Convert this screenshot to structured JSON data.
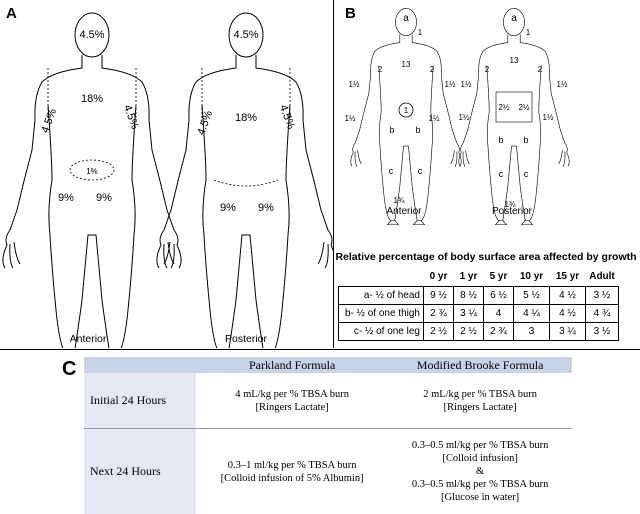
{
  "panels": {
    "a": "A",
    "b": "B",
    "c": "C"
  },
  "panel_a": {
    "anterior": {
      "head": "4.5%",
      "trunk": "18%",
      "arm_left": "4.5%",
      "arm_right": "4.5%",
      "genital": "1%",
      "leg_left": "9%",
      "leg_right": "9%",
      "caption": "Anterior"
    },
    "posterior": {
      "head": "4.5%",
      "trunk": "18%",
      "arm_left": "4.5%",
      "arm_right": "4.5%",
      "leg_left": "9%",
      "leg_right": "9%",
      "caption": "Posterior"
    }
  },
  "panel_b": {
    "anterior": {
      "head": "a",
      "neck": "1",
      "trunk": "13",
      "upper_arm": "2",
      "forearm": "1½",
      "hand": "1½",
      "genital": "1",
      "thigh": "b",
      "leg": "c",
      "foot": "1¾",
      "caption": "Anterior"
    },
    "posterior": {
      "head": "a",
      "neck": "1",
      "trunk": "13",
      "upper_arm": "2",
      "forearm": "1½",
      "hand": "1½",
      "buttock": "2½",
      "thigh": "b",
      "leg": "c",
      "foot": "1¾",
      "caption": "Posterior"
    },
    "growth_table": {
      "title": "Relative percentage of body surface area affected by growth",
      "columns": [
        "0 yr",
        "1 yr",
        "5 yr",
        "10 yr",
        "15 yr",
        "Adult"
      ],
      "rows": [
        {
          "label": "a- ½ of head",
          "values": [
            "9 ½",
            "8 ½",
            "6 ½",
            "5 ½",
            "4 ½",
            "3 ½"
          ]
        },
        {
          "label": "b- ½ of one thigh",
          "values": [
            "2 ¾",
            "3 ¼",
            "4",
            "4 ¼",
            "4 ½",
            "4 ¾"
          ]
        },
        {
          "label": "c- ½ of one leg",
          "values": [
            "2 ½",
            "2 ½",
            "2 ¾",
            "3",
            "3 ¼",
            "3 ½"
          ]
        }
      ]
    }
  },
  "panel_c": {
    "headers": [
      "Parkland Formula",
      "Modified Brooke Formula"
    ],
    "rows": [
      {
        "label": "Initial 24 Hours",
        "parkland": [
          "4 mL/kg per % TBSA burn",
          "[Ringers Lactate]"
        ],
        "brooke": [
          "2 mL/kg per % TBSA burn",
          "[Ringers Lactate]"
        ]
      },
      {
        "label": "Next 24 Hours",
        "parkland": [
          "0.3–1 ml/kg per % TBSA burn",
          "[Colloid infusion of 5% Albumin]"
        ],
        "brooke": [
          "0.3–0.5 ml/kg per % TBSA burn",
          "[Colloid infusion]",
          "&",
          "0.3–0.5 ml/kg per % TBSA burn",
          "[Glucose in water]"
        ]
      }
    ]
  }
}
